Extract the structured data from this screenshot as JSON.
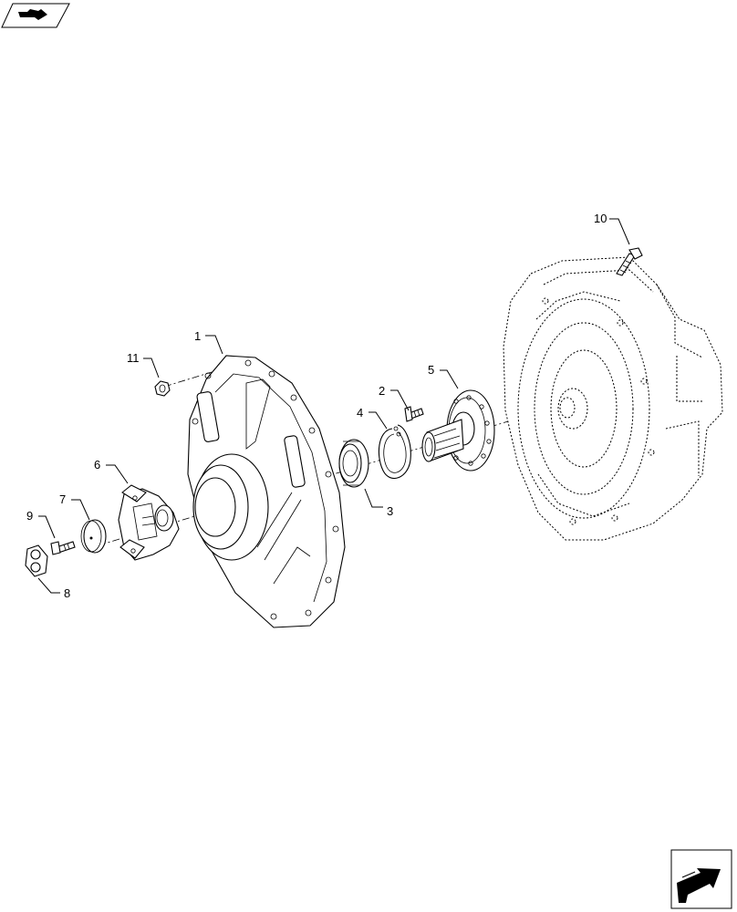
{
  "callouts": [
    {
      "id": "c1",
      "label": "1"
    },
    {
      "id": "c2",
      "label": "2"
    },
    {
      "id": "c3",
      "label": "3"
    },
    {
      "id": "c4",
      "label": "4"
    },
    {
      "id": "c5",
      "label": "5"
    },
    {
      "id": "c6",
      "label": "6"
    },
    {
      "id": "c7",
      "label": "7"
    },
    {
      "id": "c8",
      "label": "8"
    },
    {
      "id": "c9",
      "label": "9"
    },
    {
      "id": "c10",
      "label": "10"
    },
    {
      "id": "c11",
      "label": "11"
    }
  ],
  "navigation": {
    "top_left_icon": "previous-page-arrow-icon",
    "bottom_right_icon": "next-page-arrow-icon"
  }
}
